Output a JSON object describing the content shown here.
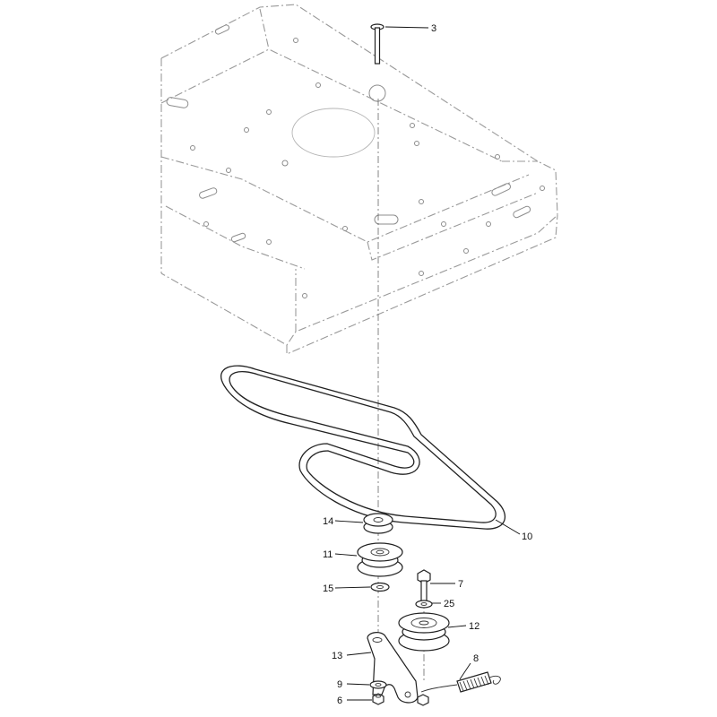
{
  "callouts": [
    {
      "id": "3",
      "label": "3"
    },
    {
      "id": "10",
      "label": "10"
    },
    {
      "id": "14",
      "label": "14"
    },
    {
      "id": "11",
      "label": "11"
    },
    {
      "id": "7",
      "label": "7"
    },
    {
      "id": "15",
      "label": "15"
    },
    {
      "id": "25",
      "label": "25"
    },
    {
      "id": "12",
      "label": "12"
    },
    {
      "id": "8",
      "label": "8"
    },
    {
      "id": "13",
      "label": "13"
    },
    {
      "id": "9",
      "label": "9"
    },
    {
      "id": "6",
      "label": "6"
    }
  ]
}
